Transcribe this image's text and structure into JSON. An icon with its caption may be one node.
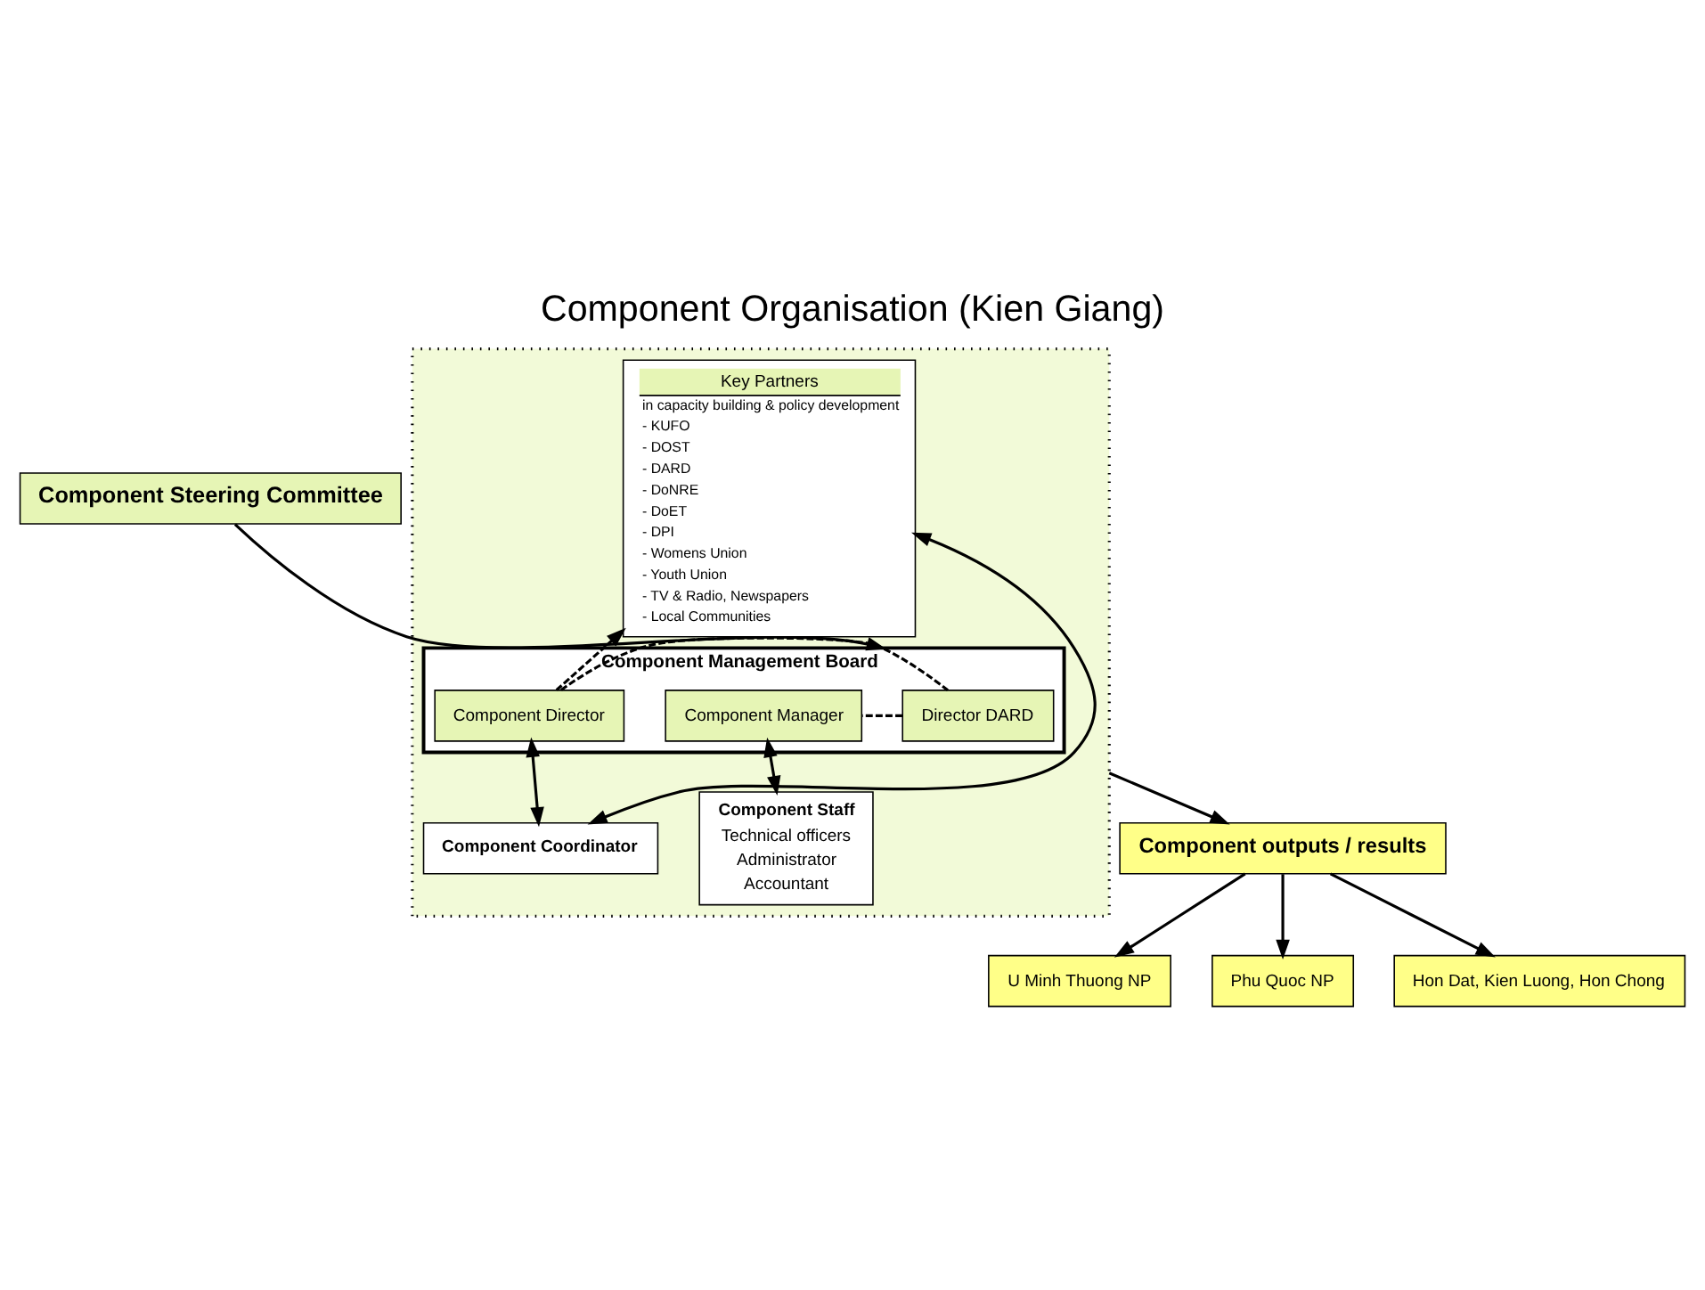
{
  "diagram": {
    "title": "Component Organisation (Kien Giang)",
    "nodes": [
      {
        "text": [
          "Component Steering Committee"
        ]
      },
      {
        "text": [],
        "shape": "band"
      },
      {
        "text": [
          "Component Management Board"
        ],
        "in": 1
      },
      {
        "text": [
          "Component Director"
        ],
        "in": 2
      },
      {
        "text": [
          "Director DARD"
        ],
        "in": 2
      },
      {
        "text": [
          "Component Manager"
        ],
        "in": 2
      },
      {
        "text": [
          "Key Partners",
          "in capacity building & policy development",
          "- KUFO",
          "- DOST",
          "- DARD",
          "- DoNRE",
          "- DoET",
          "- DPI",
          "- Womens Union",
          "- Youth Union",
          "- TV & Radio, Newspapers",
          "- Local Communities"
        ],
        "in": 1
      },
      {
        "text": [
          "Component Coordinator"
        ],
        "in": 1
      },
      {
        "text": [
          "Component Staff",
          "Technical officers",
          "Administrator",
          "Accountant"
        ],
        "in": 1
      },
      {
        "text": [
          "Component outputs / results"
        ]
      },
      {
        "text": [
          "U Minh Thuong NP"
        ]
      },
      {
        "text": [
          "Phu Quoc NP"
        ]
      },
      {
        "text": [
          "Hon Dat, Kien Luong, Hon Chong"
        ]
      }
    ],
    "edges": [
      {
        "from": 0,
        "to": 2,
        "arrow": "to"
      },
      {
        "from": 3,
        "to": 6,
        "arrow": "to",
        "style": "dashed"
      },
      {
        "from": 3,
        "to": 4,
        "arrow": "none",
        "style": "dashed"
      },
      {
        "from": 4,
        "to": 5,
        "arrow": "none",
        "style": "dashed"
      },
      {
        "from": 3,
        "to": 7,
        "arrow": "both"
      },
      {
        "from": 5,
        "to": 8,
        "arrow": "both"
      },
      {
        "from": 7,
        "to": 6,
        "arrow": "both"
      },
      {
        "from": 1,
        "to": 9,
        "arrow": "to"
      },
      {
        "from": 9,
        "to": 10,
        "arrow": "to"
      },
      {
        "from": 9,
        "to": 11,
        "arrow": "to"
      },
      {
        "from": 9,
        "to": 12,
        "arrow": "to"
      }
    ]
  }
}
